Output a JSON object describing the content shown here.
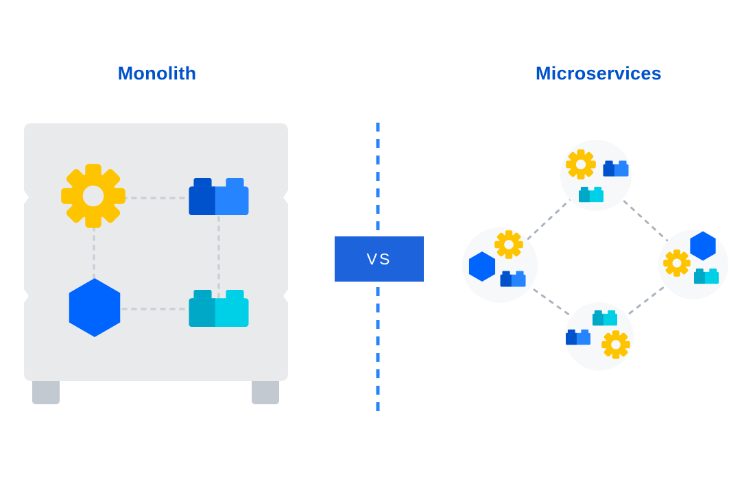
{
  "left": {
    "title": "Monolith",
    "icons": [
      "gear-icon",
      "blue-brick-icon",
      "hexagon-icon",
      "cyan-brick-icon"
    ]
  },
  "divider": {
    "label": "VS"
  },
  "right": {
    "title": "Microservices",
    "nodes": [
      {
        "name": "top",
        "icons": [
          "gear-icon",
          "blue-brick-icon",
          "cyan-brick-icon"
        ]
      },
      {
        "name": "right",
        "icons": [
          "hexagon-icon",
          "gear-icon",
          "cyan-brick-icon"
        ]
      },
      {
        "name": "bottom",
        "icons": [
          "cyan-brick-icon",
          "blue-brick-icon",
          "gear-icon"
        ]
      },
      {
        "name": "left",
        "icons": [
          "gear-icon",
          "hexagon-icon",
          "blue-brick-icon"
        ]
      }
    ]
  },
  "colors": {
    "background": "#FFFFFF",
    "title-blue": "#0052CC",
    "vs-box-blue": "#1D63DC",
    "vs-text": "#FFFFFF",
    "divider-blue": "#2684FF",
    "gear-yellow": "#FFC400",
    "hexagon-blue": "#0065FF",
    "brick-blue-dark": "#0052CC",
    "brick-blue-light": "#2684FF",
    "brick-cyan-dark": "#00A8C8",
    "brick-cyan-light": "#00CFE8",
    "monolith-gray": "#E9EAEC",
    "foot-gray": "#C3C9D1",
    "connector-gray": "#CBD0D7",
    "node-gray": "#F7F8FA",
    "diamond-line-gray": "#ACB3BE"
  }
}
